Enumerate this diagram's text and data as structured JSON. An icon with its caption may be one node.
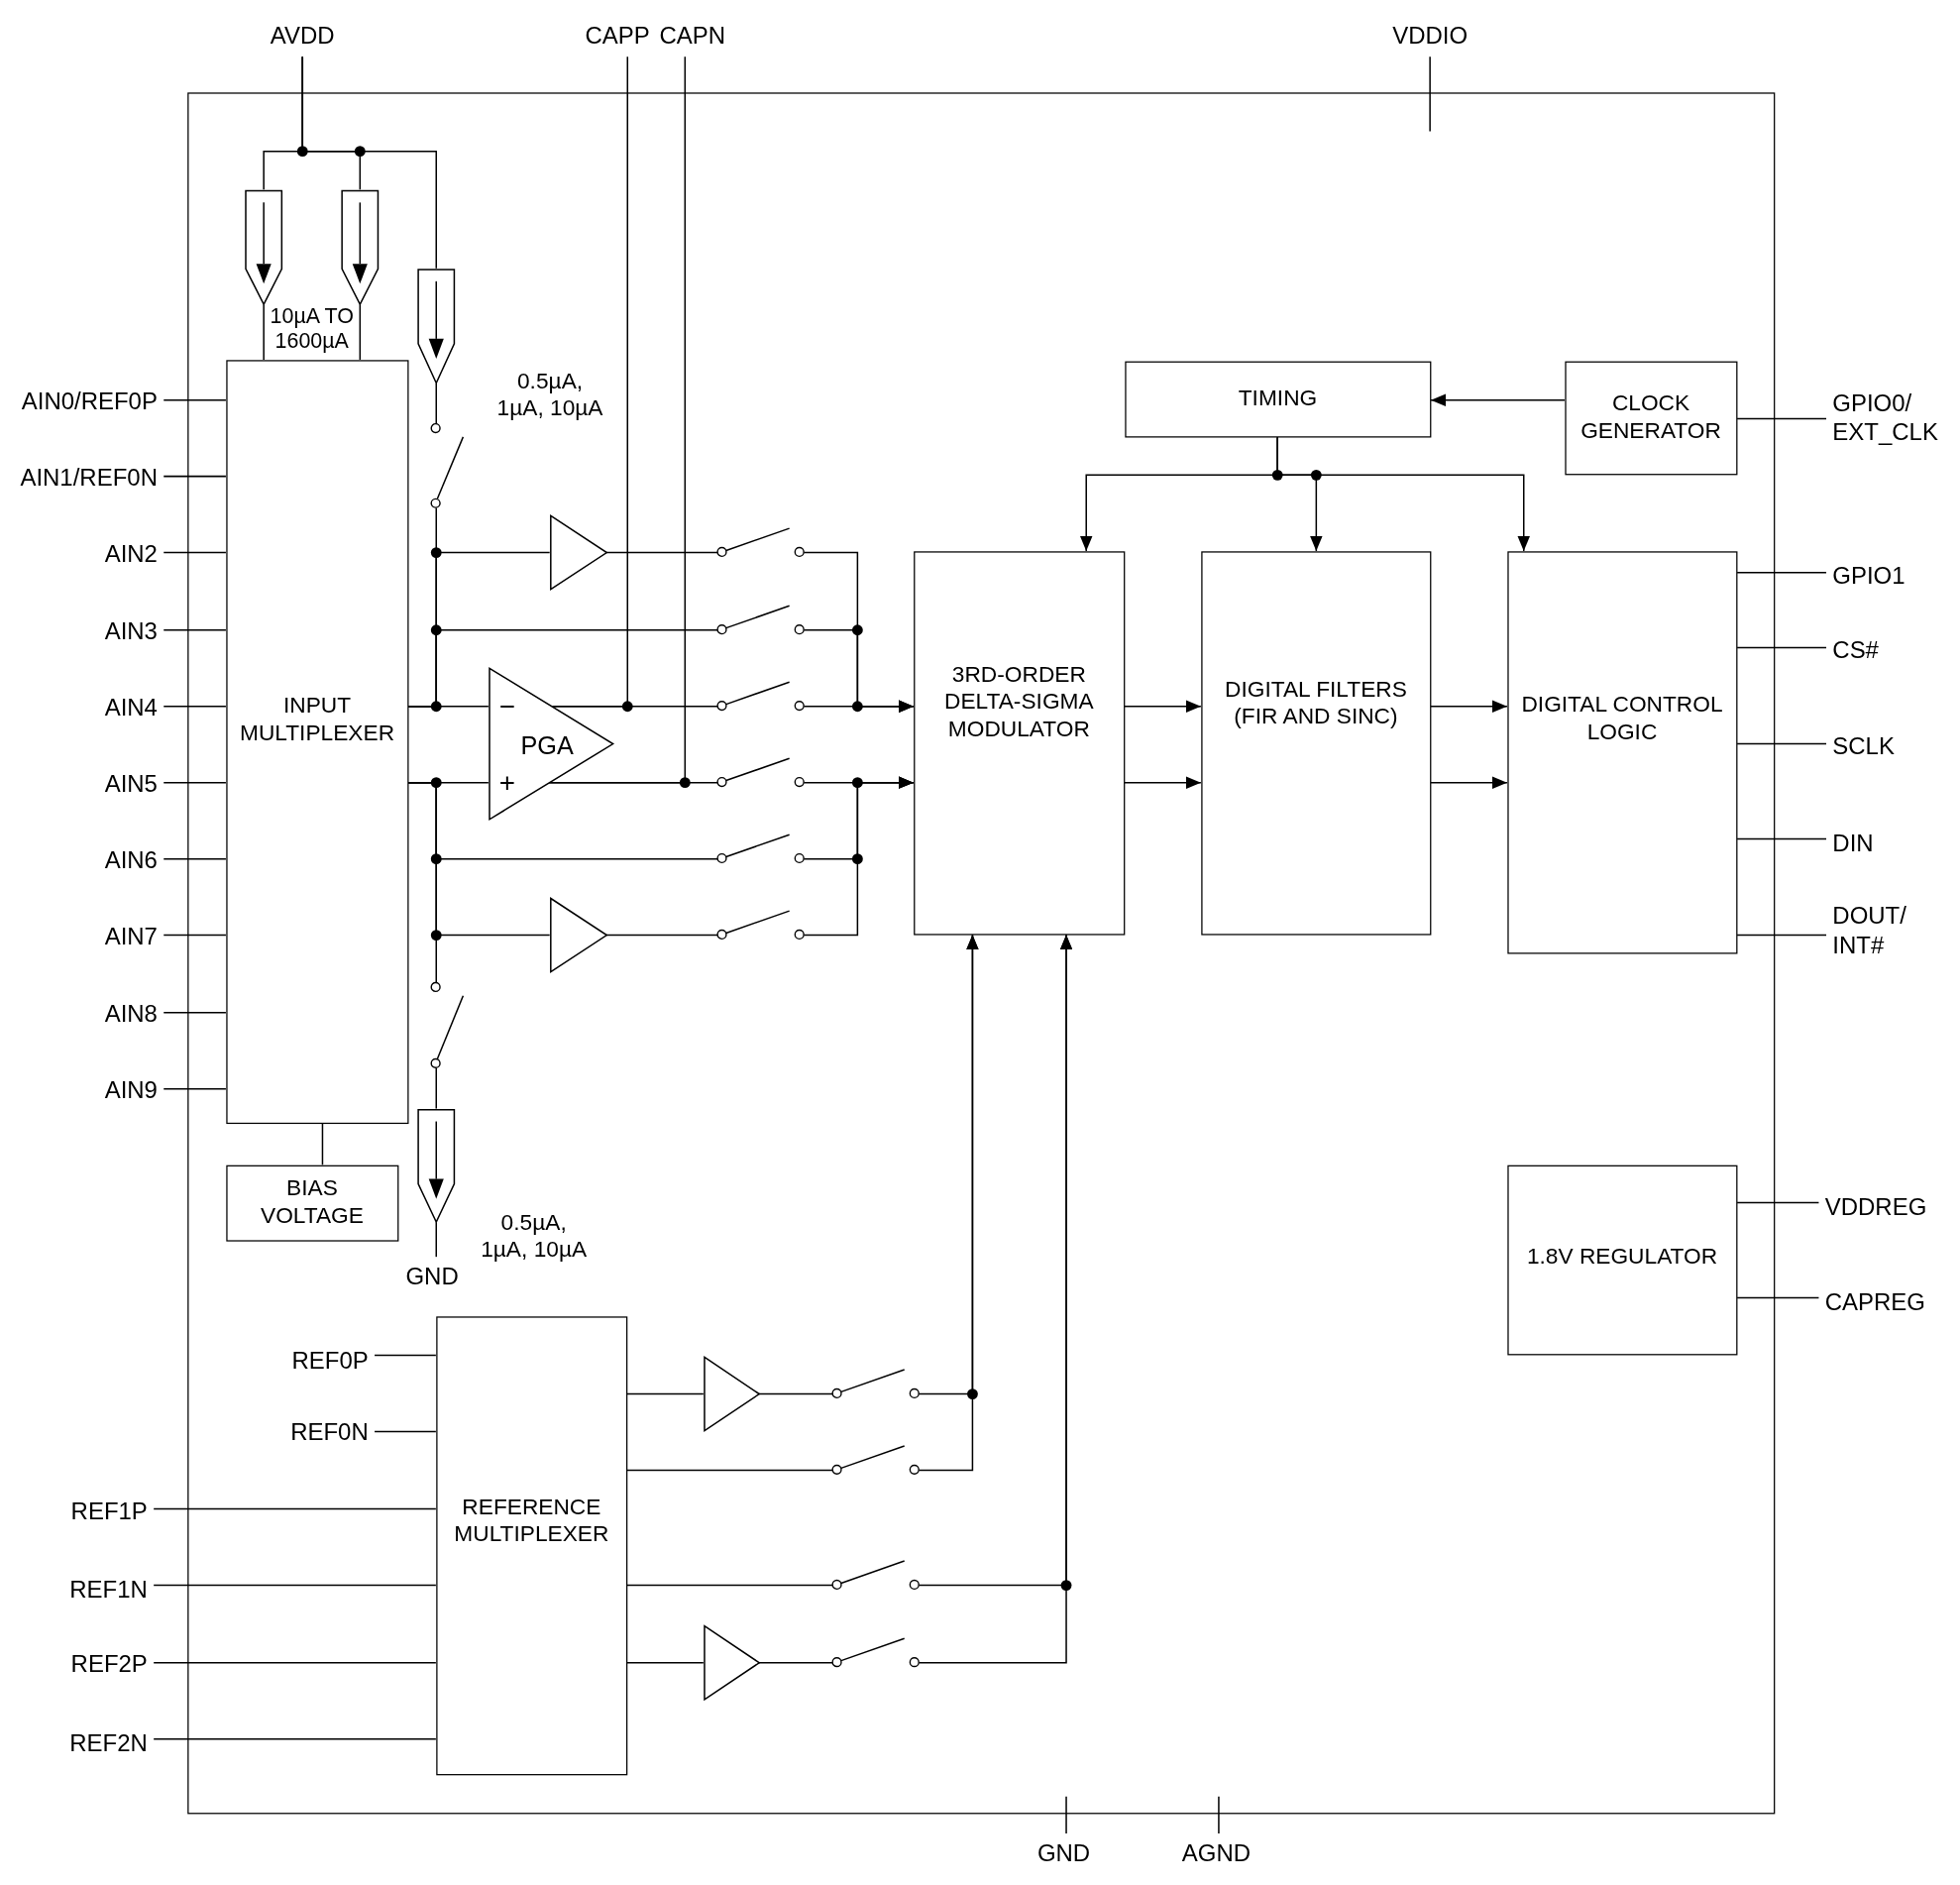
{
  "diagram": {
    "nodes": [
      {
        "text": [],
        "shape": "box"
      },
      {
        "text": [
          "AVDD"
        ]
      },
      {
        "text": [
          "CAPP"
        ]
      },
      {
        "text": [
          "CAPN"
        ]
      },
      {
        "text": [
          "VDDIO"
        ]
      },
      {
        "text": [
          "INPUT MULTIPLEXER"
        ],
        "in": 0
      },
      {
        "text": [
          "TIMING"
        ],
        "in": 0
      },
      {
        "text": [
          "CLOCK GENERATOR"
        ],
        "in": 0
      },
      {
        "text": [
          "GPIO0/ EXT_CLK"
        ]
      },
      {
        "text": [
          "AIN0/REF0P"
        ]
      },
      {
        "text": [
          "AIN1/REF0N"
        ]
      },
      {
        "text": [
          "AIN2"
        ]
      },
      {
        "text": [
          "AIN3"
        ]
      },
      {
        "text": [
          "AIN4"
        ]
      },
      {
        "text": [
          "AIN5"
        ]
      },
      {
        "text": [
          "AIN6"
        ]
      },
      {
        "text": [
          "AIN7"
        ]
      },
      {
        "text": [
          "AIN8"
        ]
      },
      {
        "text": [
          "AIN9"
        ]
      },
      {
        "text": [
          "−",
          "PGA",
          "+"
        ],
        "in": 0
      },
      {
        "text": [
          "3RD-ORDER DELTA-SIGMA MODULATOR"
        ],
        "in": 0
      },
      {
        "text": [
          "DIGITAL FILTERS (FIR AND SINC)"
        ],
        "in": 0
      },
      {
        "text": [
          "DIGITAL CONTROL LOGIC"
        ],
        "in": 0
      },
      {
        "text": [
          "GPIO1"
        ]
      },
      {
        "text": [
          "CS#"
        ]
      },
      {
        "text": [
          "SCLK"
        ]
      },
      {
        "text": [
          "DIN"
        ]
      },
      {
        "text": [
          "DOUT/ INT#"
        ]
      },
      {
        "text": [
          "BIAS VOLTAGE"
        ],
        "in": 0
      },
      {
        "text": [
          "1.8V REGULATOR"
        ],
        "in": 0
      },
      {
        "text": [
          "VDDREG"
        ]
      },
      {
        "text": [
          "CAPREG"
        ]
      },
      {
        "text": [
          "REFERENCE MULTIPLEXER"
        ],
        "in": 0
      },
      {
        "text": [
          "REF0P"
        ],
        "in": 0
      },
      {
        "text": [
          "REF0N"
        ],
        "in": 0
      },
      {
        "text": [
          "REF1P"
        ]
      },
      {
        "text": [
          "REF1N"
        ]
      },
      {
        "text": [
          "REF2P"
        ]
      },
      {
        "text": [
          "REF2N"
        ]
      },
      {
        "text": [
          "GND"
        ]
      },
      {
        "text": [
          "AGND"
        ]
      },
      {
        "text": [],
        "shape": "pentagon",
        "in": 0
      },
      {
        "text": [],
        "shape": "pentagon",
        "in": 0
      },
      {
        "text": [],
        "shape": "pentagon",
        "beside": [
          "0.5µA, 1µA, 10µA"
        ],
        "in": 0
      },
      {
        "text": [],
        "shape": "switch",
        "in": 0
      },
      {
        "text": [],
        "shape": "triangle",
        "in": 0
      },
      {
        "text": [],
        "shape": "switch",
        "in": 0
      },
      {
        "text": [],
        "shape": "switch",
        "in": 0
      },
      {
        "text": [],
        "shape": "switch",
        "in": 0
      },
      {
        "text": [],
        "shape": "switch",
        "in": 0
      },
      {
        "text": [],
        "shape": "switch",
        "in": 0
      },
      {
        "text": [],
        "shape": "triangle",
        "in": 0
      },
      {
        "text": [],
        "shape": "switch",
        "in": 0
      },
      {
        "text": [],
        "shape": "switch",
        "in": 0
      },
      {
        "text": [],
        "shape": "pentagon",
        "beside": [
          "0.5µA, 1µA, 10µA"
        ],
        "in": 0
      },
      {
        "text": [],
        "shape": "triangle",
        "in": 0
      },
      {
        "text": [],
        "shape": "switch",
        "in": 0
      },
      {
        "text": [],
        "shape": "switch",
        "in": 0
      },
      {
        "text": [],
        "shape": "switch",
        "in": 0
      },
      {
        "text": [],
        "shape": "triangle",
        "in": 0
      },
      {
        "text": [],
        "shape": "switch",
        "in": 0
      },
      {
        "text": [
          "GND"
        ],
        "in": 0
      }
    ],
    "edges": [
      {
        "from": 1,
        "to": 41,
        "arrow": "none"
      },
      {
        "from": 1,
        "to": 42,
        "arrow": "none"
      },
      {
        "from": 1,
        "to": 43,
        "arrow": "none"
      },
      {
        "from": 2,
        "to": 19,
        "arrow": "none"
      },
      {
        "from": 3,
        "to": 19,
        "arrow": "none"
      },
      {
        "from": 4,
        "to": 0,
        "arrow": "none"
      },
      {
        "from": 9,
        "to": 5,
        "arrow": "none"
      },
      {
        "from": 10,
        "to": 5,
        "arrow": "none"
      },
      {
        "from": 11,
        "to": 5,
        "arrow": "none"
      },
      {
        "from": 12,
        "to": 5,
        "arrow": "none"
      },
      {
        "from": 13,
        "to": 5,
        "arrow": "none"
      },
      {
        "from": 14,
        "to": 5,
        "arrow": "none"
      },
      {
        "from": 15,
        "to": 5,
        "arrow": "none"
      },
      {
        "from": 16,
        "to": 5,
        "arrow": "none"
      },
      {
        "from": 17,
        "to": 5,
        "arrow": "none"
      },
      {
        "from": 18,
        "to": 5,
        "arrow": "none"
      },
      {
        "from": 41,
        "to": 5,
        "arrow": "none"
      },
      {
        "from": 42,
        "to": 5,
        "arrow": "none"
      },
      {
        "from": 43,
        "to": 44,
        "arrow": "none"
      },
      {
        "from": 44,
        "to": 5,
        "arrow": "none"
      },
      {
        "from": 5,
        "to": 19,
        "arrow": "none"
      },
      {
        "from": 5,
        "to": 45,
        "arrow": "none"
      },
      {
        "from": 5,
        "to": 47,
        "arrow": "none"
      },
      {
        "from": 5,
        "to": 19,
        "arrow": "none"
      },
      {
        "from": 5,
        "to": 50,
        "arrow": "none"
      },
      {
        "from": 5,
        "to": 51,
        "arrow": "none"
      },
      {
        "from": 53,
        "to": 5,
        "arrow": "none"
      },
      {
        "from": 53,
        "to": 54,
        "arrow": "none"
      },
      {
        "from": 54,
        "to": 61,
        "arrow": "none"
      },
      {
        "from": 45,
        "to": 46,
        "arrow": "none"
      },
      {
        "from": 19,
        "to": 48,
        "arrow": "none"
      },
      {
        "from": 19,
        "to": 49,
        "arrow": "none"
      },
      {
        "from": 51,
        "to": 52,
        "arrow": "none"
      },
      {
        "from": 46,
        "to": 20,
        "arrow": "to"
      },
      {
        "from": 47,
        "to": 20,
        "arrow": "to"
      },
      {
        "from": 48,
        "to": 20,
        "arrow": "to"
      },
      {
        "from": 49,
        "to": 20,
        "arrow": "to"
      },
      {
        "from": 50,
        "to": 20,
        "arrow": "to"
      },
      {
        "from": 52,
        "to": 20,
        "arrow": "to"
      },
      {
        "from": 7,
        "to": 6,
        "arrow": "to"
      },
      {
        "from": 8,
        "to": 7,
        "arrow": "none"
      },
      {
        "from": 6,
        "to": 20,
        "arrow": "to"
      },
      {
        "from": 6,
        "to": 21,
        "arrow": "to"
      },
      {
        "from": 6,
        "to": 22,
        "arrow": "to"
      },
      {
        "from": 20,
        "to": 21,
        "arrow": "to"
      },
      {
        "from": 20,
        "to": 21,
        "arrow": "to"
      },
      {
        "from": 21,
        "to": 22,
        "arrow": "to"
      },
      {
        "from": 21,
        "to": 22,
        "arrow": "to"
      },
      {
        "from": 23,
        "to": 22,
        "arrow": "none"
      },
      {
        "from": 24,
        "to": 22,
        "arrow": "none"
      },
      {
        "from": 25,
        "to": 22,
        "arrow": "none"
      },
      {
        "from": 26,
        "to": 22,
        "arrow": "none"
      },
      {
        "from": 27,
        "to": 22,
        "arrow": "none"
      },
      {
        "from": 5,
        "to": 28,
        "arrow": "none"
      },
      {
        "from": 30,
        "to": 29,
        "arrow": "none"
      },
      {
        "from": 31,
        "to": 29,
        "arrow": "none"
      },
      {
        "from": 33,
        "to": 32,
        "arrow": "none"
      },
      {
        "from": 34,
        "to": 32,
        "arrow": "none"
      },
      {
        "from": 35,
        "to": 32,
        "arrow": "none"
      },
      {
        "from": 36,
        "to": 32,
        "arrow": "none"
      },
      {
        "from": 37,
        "to": 32,
        "arrow": "none"
      },
      {
        "from": 38,
        "to": 32,
        "arrow": "none"
      },
      {
        "from": 32,
        "to": 55,
        "arrow": "none"
      },
      {
        "from": 55,
        "to": 56,
        "arrow": "none"
      },
      {
        "from": 32,
        "to": 57,
        "arrow": "none"
      },
      {
        "from": 32,
        "to": 58,
        "arrow": "none"
      },
      {
        "from": 32,
        "to": 59,
        "arrow": "none"
      },
      {
        "from": 59,
        "to": 60,
        "arrow": "none"
      },
      {
        "from": 56,
        "to": 20,
        "arrow": "to"
      },
      {
        "from": 57,
        "to": 20,
        "arrow": "to"
      },
      {
        "from": 58,
        "to": 20,
        "arrow": "to"
      },
      {
        "from": 60,
        "to": 20,
        "arrow": "to"
      },
      {
        "from": 39,
        "to": 0,
        "arrow": "none"
      },
      {
        "from": 40,
        "to": 0,
        "arrow": "none"
      }
    ],
    "labels": [
      "10µA TO 1600µA"
    ]
  }
}
